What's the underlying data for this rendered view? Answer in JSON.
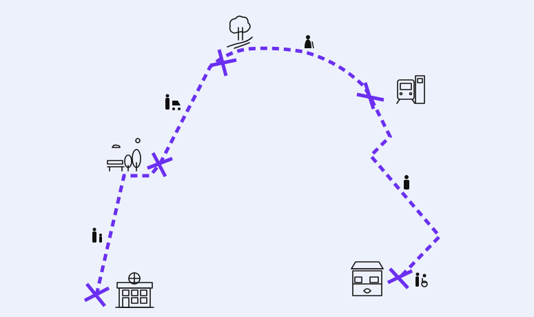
{
  "colors": {
    "background": "#edf1fb",
    "route": "#6a2ff0",
    "icon": "#111111"
  },
  "route": {
    "stops": [
      "school-building",
      "park-bench-trees",
      "park-trees-path",
      "train-station",
      "market-stall"
    ],
    "walkers": [
      "parent-with-child",
      "parent-with-stroller",
      "elderly-person-with-cane",
      "person-standing",
      "person-with-wheelchair"
    ]
  }
}
